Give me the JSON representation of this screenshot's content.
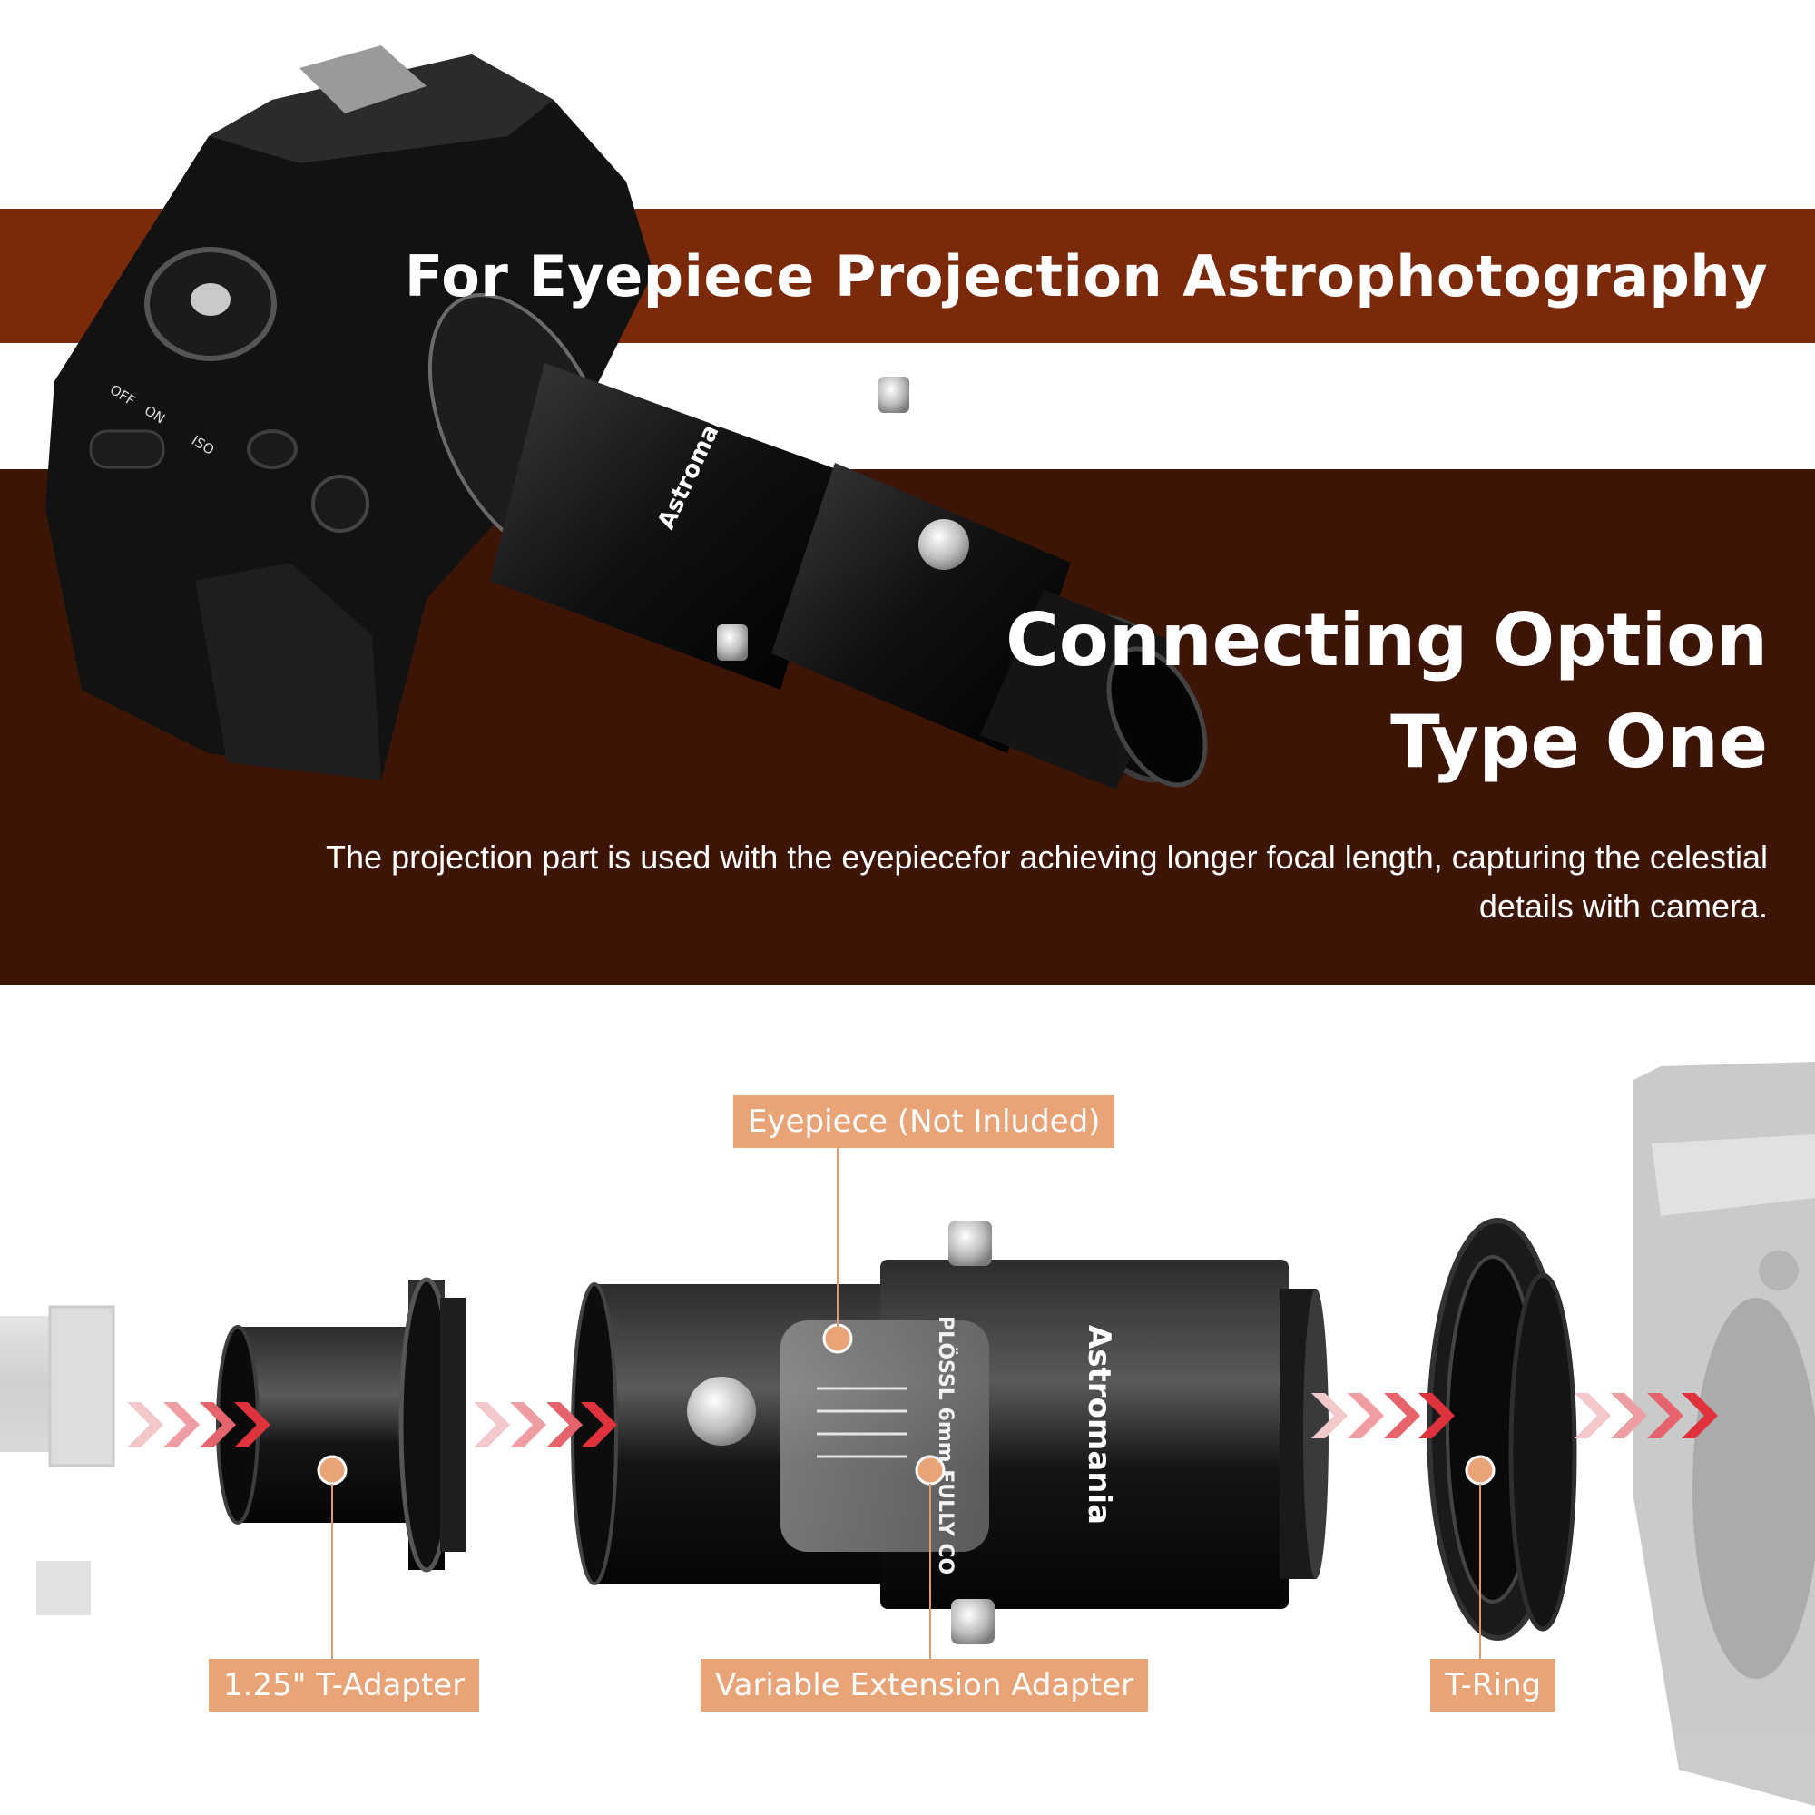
{
  "banner": {
    "title": "For Eyepiece Projection Astrophotography"
  },
  "option": {
    "line1": "Connecting Option",
    "line2": "Type One",
    "description": "The projection part is used with the eyepiecefor achieving longer focal length, capturing the celestial details with camera."
  },
  "product_print": {
    "brand": "Astromania",
    "eyepiece_text": "PLÖSSL 6mm FULLY CO"
  },
  "camera_print": {
    "dial_off": "OFF",
    "dial_on": "ON",
    "iso": "ISO"
  },
  "labels": {
    "eyepiece": "Eyepiece (Not Inluded)",
    "t_adapter": "1.25\" T-Adapter",
    "extension": "Variable Extension Adapter",
    "t_ring": "T-Ring"
  },
  "colors": {
    "band_top": "#7a2a0b",
    "band_dark": "#3c1507",
    "label_bg": "#e8a377",
    "arrow": "#e0323c"
  },
  "icons": [
    "flow-arrow-icon",
    "callout-dot-icon"
  ]
}
